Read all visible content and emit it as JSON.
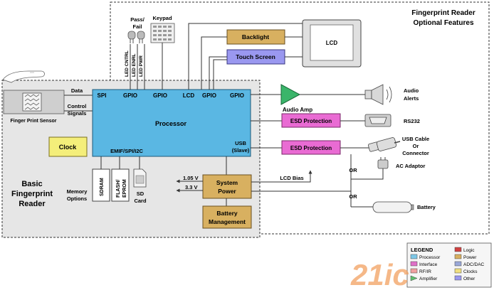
{
  "regions": {
    "optional_title_1": "Fingerprint Reader",
    "optional_title_2": "Optional Features",
    "basic_title_1": "Basic",
    "basic_title_2": "Fingerprint",
    "basic_title_3": "Reader"
  },
  "sensor": {
    "label": "Finger Print Sensor",
    "data_label": "Data",
    "control_label_1": "Control",
    "control_label_2": "Signals"
  },
  "processor": {
    "title": "Processor",
    "pin_spi": "SPI",
    "pin_gpio_1": "GPIO",
    "pin_gpio_2": "GPIO",
    "pin_lcd": "LCD",
    "pin_gpio_3": "GPIO",
    "pin_gpio_4": "GPIO",
    "pin_emif": "EMIF/SPI/I2C",
    "pin_usb_1": "USB",
    "pin_usb_2": "(Slave)"
  },
  "led": {
    "pass_fail_1": "Pass/",
    "pass_fail_2": "Fail",
    "cntrl": "LED CNTRL",
    "enrl": "LED ENRL",
    "pwr": "LED PWR"
  },
  "keypad": {
    "label": "Keypad"
  },
  "clock": {
    "label": "Clock"
  },
  "memory": {
    "sdram": "SDRAM",
    "flash": "FLASH/",
    "eprom": "EPROM",
    "sd_card_1": "SD",
    "sd_card_2": "Card",
    "options_1": "Memory",
    "options_2": "Options"
  },
  "backlight": {
    "label": "Backlight"
  },
  "touch_screen": {
    "label": "Touch Screen"
  },
  "lcd": {
    "label": "LCD"
  },
  "audio": {
    "amp": "Audio Amp",
    "alerts_1": "Audio",
    "alerts_2": "Alerts"
  },
  "esd": {
    "top": "ESD Protection",
    "bottom": "ESD Protection"
  },
  "rs232": {
    "label": "RS232"
  },
  "usb_cable": {
    "line1": "USB Cable",
    "line2": "Or",
    "line3": "Connector"
  },
  "ac_adaptor": {
    "label": "AC Adaptor"
  },
  "battery": {
    "label": "Battery"
  },
  "or_labels": {
    "or1": "OR",
    "or2": "OR"
  },
  "power": {
    "system_1": "System",
    "system_2": "Power",
    "v105": "1.05 V",
    "v33": "3.3 V",
    "lcd_bias": "LCD Bias",
    "battery_mgmt_1": "Battery",
    "battery_mgmt_2": "Management"
  },
  "legend": {
    "title": "LEGEND",
    "items": [
      "Processor",
      "Interface",
      "RF/IR",
      "Amplifier",
      "Logic",
      "Power",
      "ADC/DAC",
      "Clocks",
      "Other"
    ],
    "colors": [
      "#7ec8e8",
      "#e070c8",
      "#f0a0a0",
      "#5fbf6f",
      "#d04040",
      "#d8b060",
      "#9aa8d8",
      "#f0e080",
      "#9a98f0"
    ]
  },
  "watermark": {
    "text": "21ic"
  },
  "colors": {
    "processor": "#5ab7e3",
    "esd": "#e96bd3",
    "power": "#d8b060",
    "backlight": "#d8b060",
    "touch": "#9a98f0",
    "clock": "#f4ee7a",
    "amp": "#3ab56a",
    "region": "#e8e8e8"
  }
}
